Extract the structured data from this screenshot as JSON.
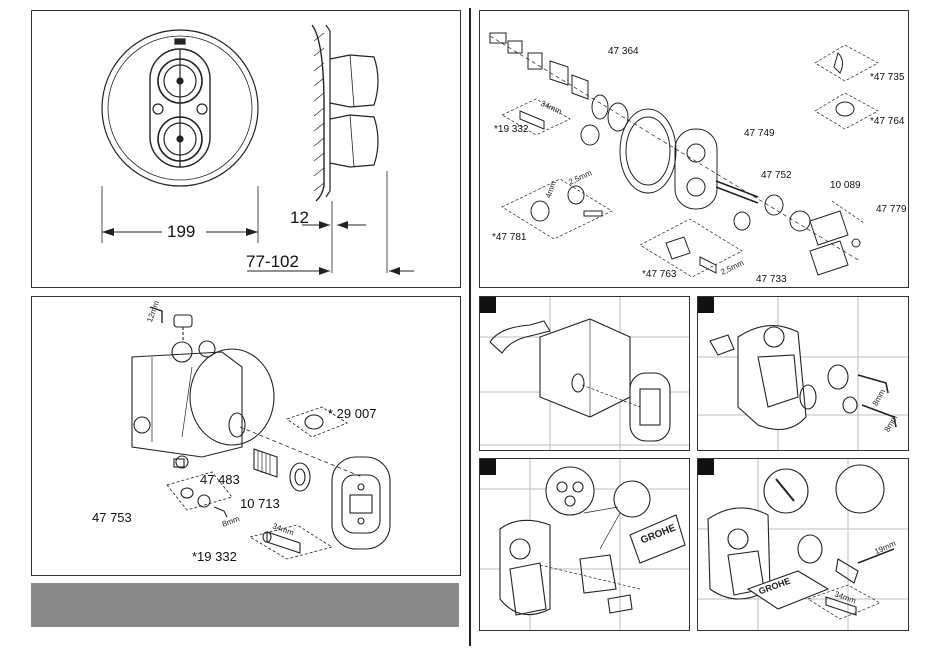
{
  "dimensions": {
    "width_label": "199",
    "projection_label": "12",
    "depth_label": "77-102"
  },
  "installation_panel": {
    "cover_label": "* 29 007",
    "cartridge_label": "47 483",
    "nut_label": "10 713",
    "stop_label": "47 753",
    "key_label": "*19 332",
    "hex_label": "8mm",
    "hex_top_label": "12mm",
    "key_size_label": "34mm"
  },
  "parts_panel": {
    "labels": [
      "47 364",
      "*19 332",
      "47 749",
      "47 752",
      "10 089",
      "47 779",
      "*47 781",
      "*47 763",
      "47 733",
      "*47 735",
      "*47 764"
    ],
    "key_size_label": "34mm",
    "tool_label_a": "2,5mm",
    "tool_label_b": "4mm",
    "tool_label_c": "2,5mm"
  },
  "steps": {
    "step3_tool_a": "8mm",
    "step3_tool_b": "8mm",
    "step4_logo": "GROHE",
    "step5_logo": "GROHE",
    "step5_tool": "19mm",
    "step5_key": "34mm"
  },
  "colors": {
    "line": "#222222",
    "grey_bar": "#8a8a8a",
    "tile": "#bdbdbd"
  }
}
